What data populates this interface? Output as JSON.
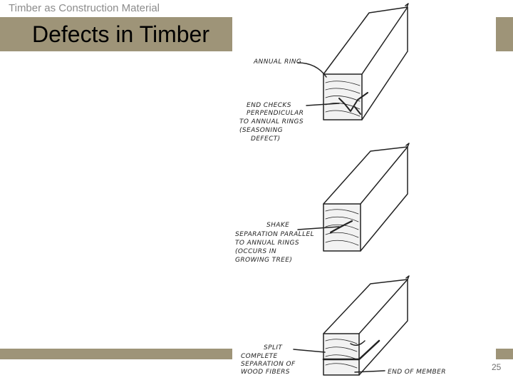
{
  "slide": {
    "header": "Timber as Construction Material",
    "title": "Defects in Timber",
    "page_number": "25"
  },
  "figure": {
    "panels": [
      {
        "defect": "end-checks",
        "labels": [
          "ANNUAL RING",
          "END CHECKS",
          "PERPENDICULAR",
          "TO ANNUAL RINGS",
          "(SEASONING",
          "DEFECT)"
        ]
      },
      {
        "defect": "shake",
        "labels": [
          "SHAKE",
          "SEPARATION PARALLEL",
          "TO ANNUAL RINGS",
          "(OCCURS IN",
          "GROWING TREE)"
        ]
      },
      {
        "defect": "split",
        "labels": [
          "SPLIT",
          "COMPLETE",
          "SEPARATION OF",
          "WOOD FIBERS",
          "END OF MEMBER"
        ]
      }
    ]
  }
}
